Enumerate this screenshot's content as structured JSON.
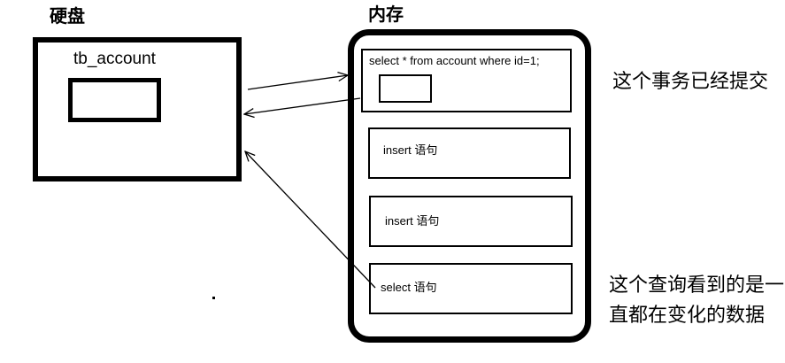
{
  "diagram": {
    "disk": {
      "title": "硬盘",
      "table_name": "tb_account"
    },
    "memory": {
      "title": "内存",
      "queries": [
        "select * from account where id=1;",
        "insert 语句",
        "insert 语句",
        "select 语句"
      ]
    },
    "annotations": {
      "committed": "这个事务已经提交",
      "changing": "这个查询看到的是一直都在变化的数据"
    },
    "colors": {
      "ink": "#000000",
      "background": "#ffffff"
    }
  }
}
